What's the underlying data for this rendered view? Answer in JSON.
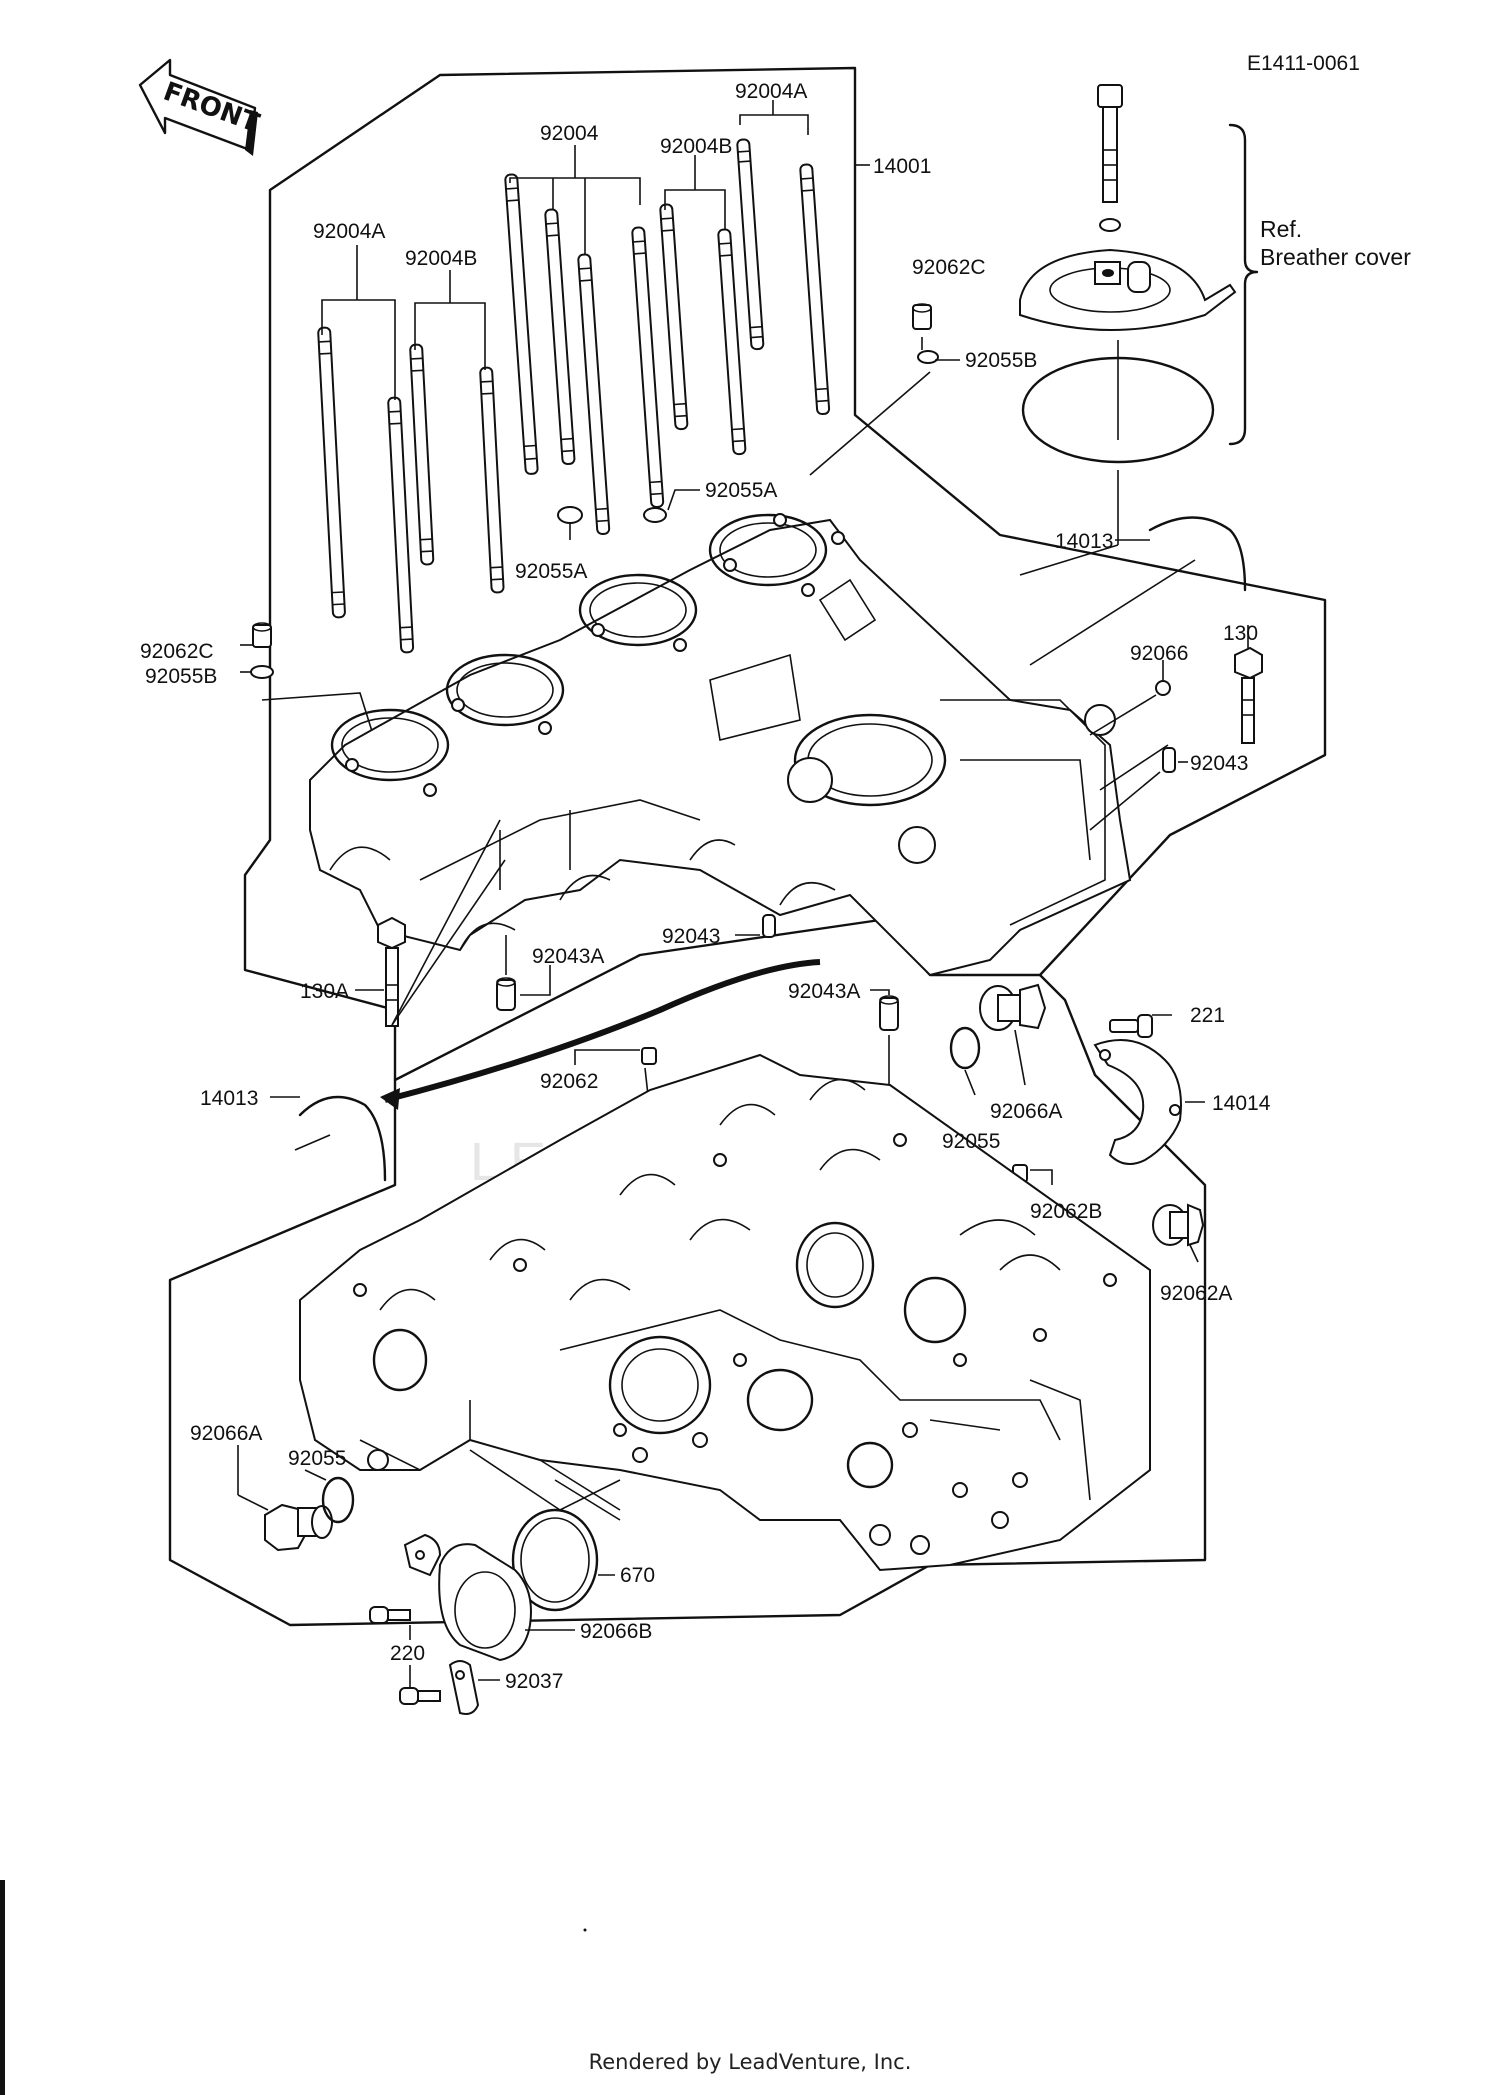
{
  "diagram_code": "E1411-0061",
  "front_arrow_label": "FRONT",
  "reference": {
    "prefix": "Ref.",
    "name": "Breather cover"
  },
  "watermark": "LEADVENTURE",
  "footer": "Rendered by LeadVenture, Inc.",
  "callouts": {
    "c92004A_top": "92004A",
    "c92004": "92004",
    "c92004B_top": "92004B",
    "c14001": "14001",
    "c92004A_left": "92004A",
    "c92004B_left": "92004B",
    "c92062C_top": "92062C",
    "c92055B_top": "92055B",
    "c92055A_right": "92055A",
    "c92055A_left": "92055A",
    "c14013_top": "14013",
    "c92062C_left": "92062C",
    "c92055B_left": "92055B",
    "c130": "130",
    "c92066": "92066",
    "c92043_right": "92043",
    "c92043_mid": "92043",
    "c130A": "130A",
    "c92043A_left": "92043A",
    "c92043A_mid": "92043A",
    "c221": "221",
    "c92062": "92062",
    "c14013_left": "14013",
    "c14014": "14014",
    "c92066A_right": "92066A",
    "c92055_right": "92055",
    "c92062B": "92062B",
    "c92062A": "92062A",
    "c92066A_left": "92066A",
    "c92055_left": "92055",
    "c670": "670",
    "c92066B": "92066B",
    "c220": "220",
    "c92037": "92037"
  }
}
